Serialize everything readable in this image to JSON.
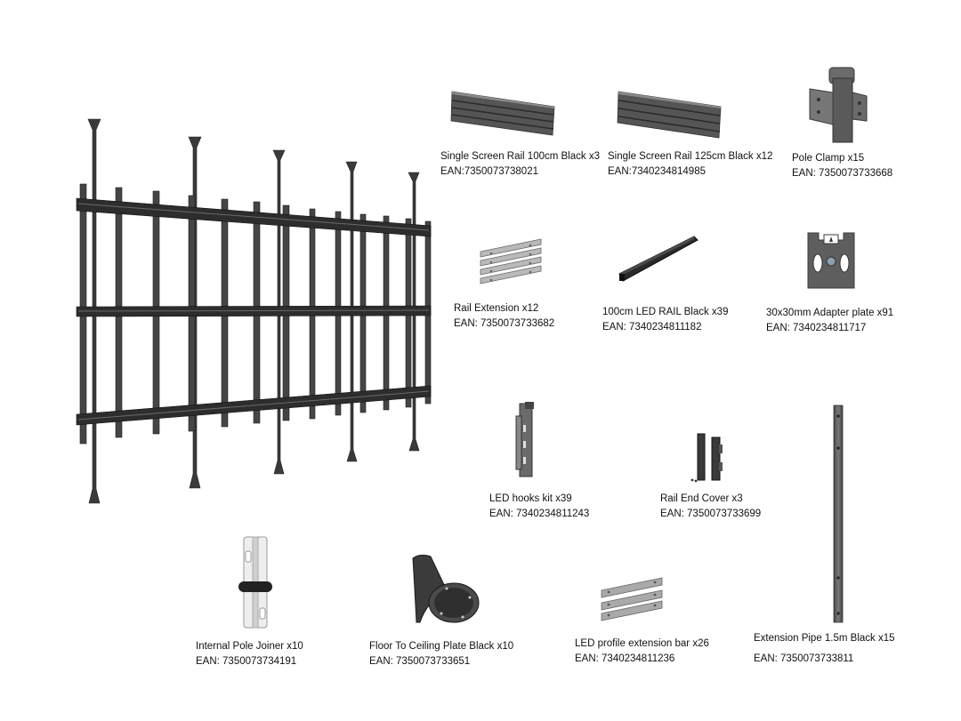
{
  "products": {
    "rail_100": {
      "name": "Single Screen Rail 100cm Black x3",
      "ean": "EAN:7350073738021"
    },
    "rail_125": {
      "name": "Single Screen Rail 125cm Black x12",
      "ean": "EAN:7340234814985"
    },
    "pole_clamp": {
      "name": "Pole Clamp x15",
      "ean": "EAN: 7350073733668"
    },
    "rail_extension": {
      "name": "Rail Extension x12",
      "ean": "EAN: 7350073733682"
    },
    "led_rail": {
      "name": "100cm LED RAIL  Black x39",
      "ean": "EAN: 7340234811182"
    },
    "adapter_plate": {
      "name": "30x30mm Adapter plate x91",
      "ean": "EAN: 7340234811717"
    },
    "led_hooks": {
      "name": "LED hooks kit x39",
      "ean": "EAN: 7340234811243"
    },
    "rail_end_cover": {
      "name": "Rail End Cover x3",
      "ean": "EAN: 7350073733699"
    },
    "pole_joiner": {
      "name": "Internal Pole Joiner x10",
      "ean": "EAN: 7350073734191"
    },
    "ceiling_plate": {
      "name": "Floor To Ceiling Plate Black x10",
      "ean": "EAN: 7350073733651"
    },
    "profile_bar": {
      "name": "LED profile extension bar x26",
      "ean": "EAN: 7340234811236"
    },
    "extension_pipe": {
      "name": "Extension Pipe 1.5m Black x15",
      "ean": "EAN: 7350073733811"
    }
  }
}
